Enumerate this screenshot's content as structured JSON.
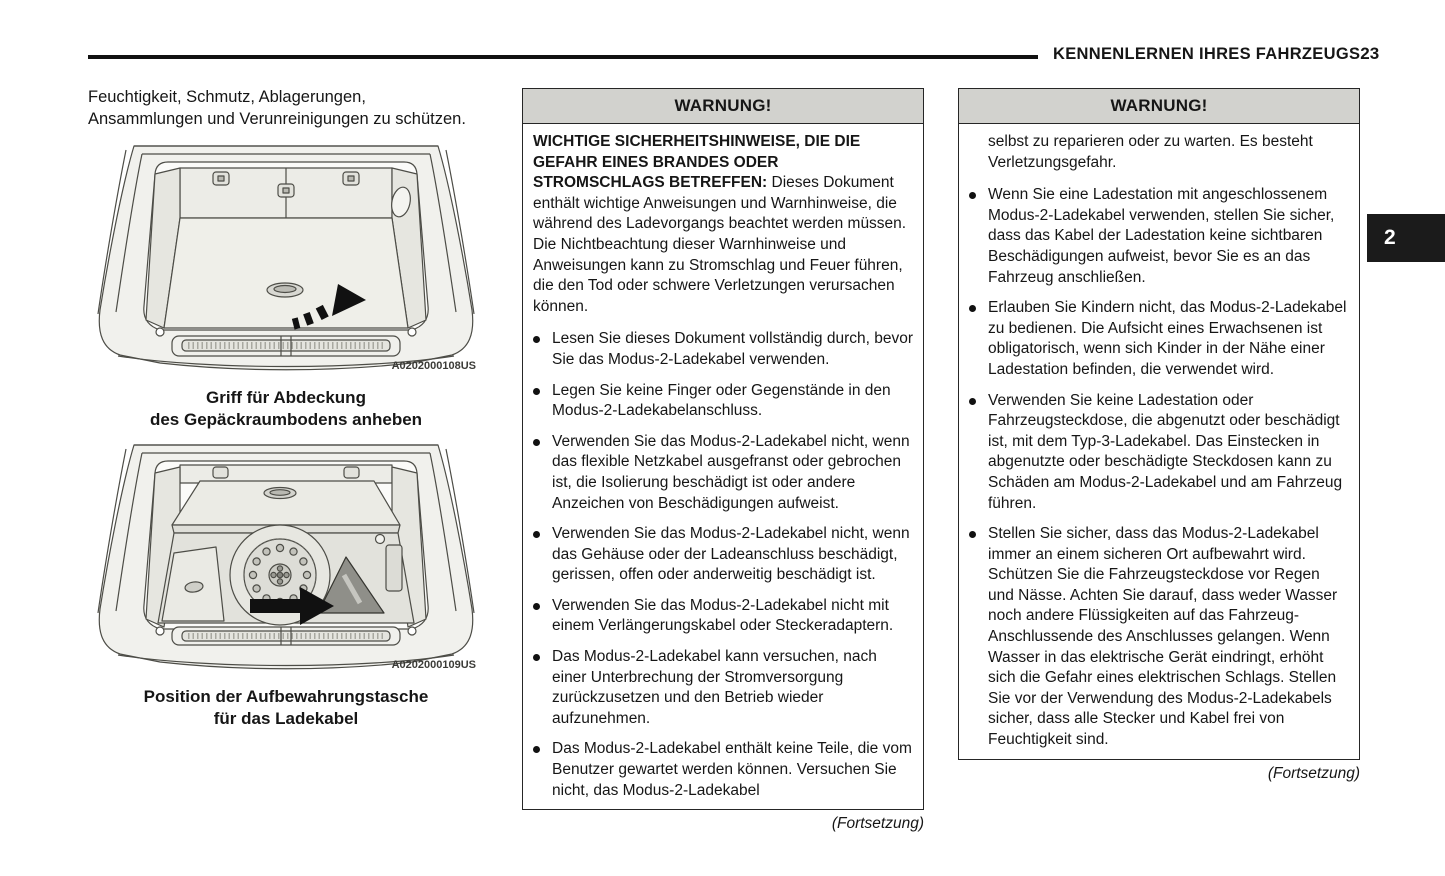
{
  "header": {
    "title": "KENNENLERNEN IHRES FAHRZEUGS",
    "page_number": "23"
  },
  "chapter_tab": "2",
  "left_column": {
    "intro_text": "Feuchtigkeit, Schmutz, Ablagerungen, Ansammlungen und Verunreinigungen zu schützen.",
    "figure_1": {
      "label": "A0202000108US",
      "caption_line_1": "Griff für Abdeckung",
      "caption_line_2": "des Gepäckraumbodens anheben"
    },
    "figure_2": {
      "label": "A0202000109US",
      "caption_line_1": "Position der Aufbewahrungstasche",
      "caption_line_2": "für das Ladekabel"
    }
  },
  "warning_box_1": {
    "title": "WARNUNG!",
    "intro_bold": "WICHTIGE SICHERHEITSHINWEISE, DIE DIE GEFAHR EINES BRANDES ODER STROMSCHLAGS BETREFFEN:",
    "intro_rest": "Dieses Dokument enthält wichtige Anweisungen und Warnhinweise, die während des Ladevorgangs beachtet werden müssen. Die Nichtbeachtung dieser Warnhinweise und Anweisungen kann zu Stromschlag und Feuer führen, die den Tod oder schwere Verletzungen verursachen können.",
    "bullets": [
      "Lesen Sie dieses Dokument vollständig durch, bevor Sie das Modus-2-Ladekabel verwenden.",
      "Legen Sie keine Finger oder Gegenstände in den Modus-2-Ladekabelanschluss.",
      "Verwenden Sie das Modus-2-Ladekabel nicht, wenn das flexible Netzkabel ausgefranst oder gebrochen ist, die Isolierung beschädigt ist oder andere Anzeichen von Beschädigungen aufweist.",
      "Verwenden Sie das Modus-2-Ladekabel nicht, wenn das Gehäuse oder der Ladeanschluss beschädigt, gerissen, offen oder anderweitig beschädigt ist.",
      "Verwenden Sie das Modus-2-Ladekabel nicht mit einem Verlängerungskabel oder Steckeradaptern.",
      "Das Modus-2-Ladekabel kann versuchen, nach einer Unterbrechung der Stromversorgung zurückzusetzen und den Betrieb wieder aufzunehmen.",
      "Das Modus-2-Ladekabel enthält keine Teile, die vom Benutzer gewartet werden können. Versuchen Sie nicht, das Modus-2-Ladekabel"
    ],
    "continuation_note": "(Fortsetzung)"
  },
  "warning_box_2": {
    "title": "WARNUNG!",
    "carryover_text": "selbst zu reparieren oder zu warten. Es besteht Verletzungsgefahr.",
    "bullets": [
      "Wenn Sie eine Ladestation mit angeschlossenem Modus-2-Ladekabel verwenden, stellen Sie sicher, dass das Kabel der Ladestation keine sichtbaren Beschädigungen aufweist, bevor Sie es an das Fahrzeug anschließen.",
      "Erlauben Sie Kindern nicht, das Modus-2-Ladekabel zu bedienen. Die Aufsicht eines Erwachsenen ist obligatorisch, wenn sich Kinder in der Nähe einer Ladestation befinden, die verwendet wird.",
      "Verwenden Sie keine Ladestation oder Fahrzeugsteckdose, die abgenutzt oder beschädigt ist, mit dem Typ-3-Ladekabel. Das Einstecken in abgenutzte oder beschädigte Steckdosen kann zu Schäden am Modus-2-Ladekabel und am Fahrzeug führen.",
      "Stellen Sie sicher, dass das Modus-2-Ladekabel immer an einem sicheren Ort aufbewahrt wird. Schützen Sie die Fahrzeugsteckdose vor Regen und Nässe. Achten Sie darauf, dass weder Wasser noch andere Flüssigkeiten auf das Fahrzeug-Anschlussende des Anschlusses gelangen. Wenn Wasser in das elektrische Gerät eindringt, erhöht sich die Gefahr eines elektrischen Schlags. Stellen Sie vor der Verwendung des Modus-2-Ladekabels sicher, dass alle Stecker und Kabel frei von Feuchtigkeit sind."
    ],
    "continuation_note": "(Fortsetzung)"
  },
  "colors": {
    "warning_header_bg": "#d2d2ce",
    "chapter_tab_bg": "#1b1b1b",
    "text": "#161616",
    "rule": "#111111"
  }
}
